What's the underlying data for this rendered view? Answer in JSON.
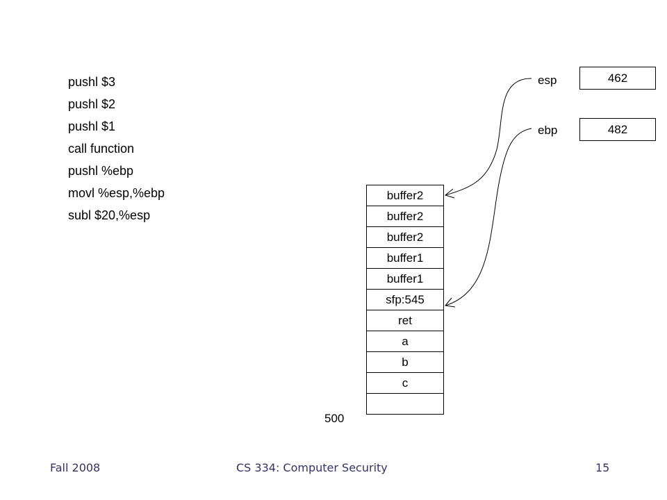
{
  "code_lines": [
    "pushl $3",
    "pushl $2",
    "pushl $1",
    "call function",
    "pushl %ebp",
    "movl %esp,%ebp",
    "subl $20,%esp"
  ],
  "stack_cells": [
    "buffer2",
    "buffer2",
    "buffer2",
    "buffer1",
    "buffer1",
    "sfp:545",
    "ret",
    "a",
    "b",
    "c",
    ""
  ],
  "stack_base_label": "500",
  "registers": {
    "esp": {
      "label": "esp",
      "value": "462"
    },
    "ebp": {
      "label": "ebp",
      "value": "482"
    }
  },
  "footer": {
    "left": "Fall 2008",
    "center": "CS 334: Computer Security",
    "right": "15"
  }
}
